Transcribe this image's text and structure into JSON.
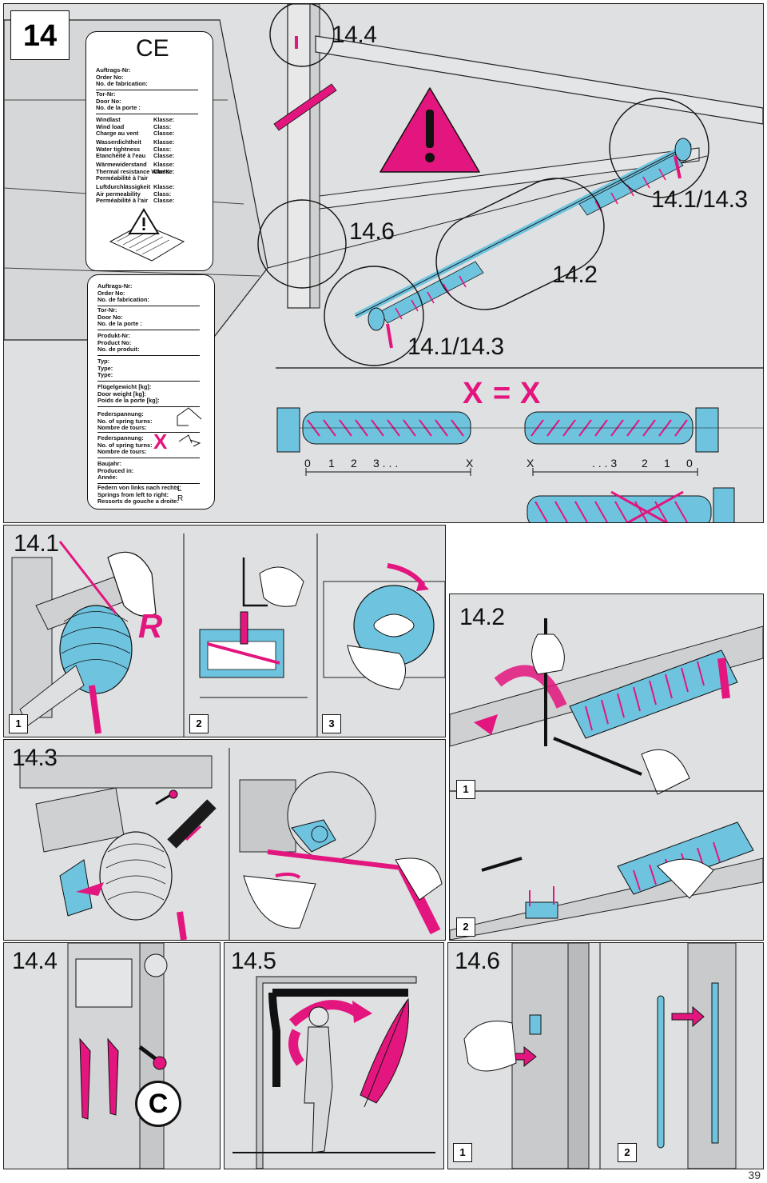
{
  "page": {
    "step": "14",
    "page_number": "39"
  },
  "section_labels": {
    "s14_4_top": "14.4",
    "s14_1_3_right": "14.1/14.3",
    "s14_6_top": "14.6",
    "s14_2_top": "14.2",
    "s14_1_3_left": "14.1/14.3",
    "p14_1": "14.1",
    "p14_2": "14.2",
    "p14_3": "14.3",
    "p14_4": "14.4",
    "p14_5": "14.5",
    "p14_6": "14.6"
  },
  "step_numbers": {
    "one": "1",
    "two": "2",
    "three": "3"
  },
  "markers": {
    "r": "R",
    "c": "C"
  },
  "spring_compare": {
    "eq_left": "X",
    "eq_sign": "=",
    "eq_right": "X",
    "scale_left": [
      "0",
      "1",
      "2",
      "3 . . .",
      "X"
    ],
    "scale_right": [
      "X",
      ". . . 3",
      "2",
      "1",
      "0"
    ]
  },
  "card1": {
    "ce": "CE",
    "order": [
      "Auftrags-Nr:",
      "Order No:",
      "No. de fabrication:"
    ],
    "door": [
      "Tor-Nr:",
      "Door No:",
      "No. de la porte :"
    ],
    "rows": [
      {
        "labels": [
          "Windlast",
          "Wind load",
          "Charge au vent"
        ],
        "classes": [
          "Klasse:",
          "Class:",
          "Classe:"
        ]
      },
      {
        "labels": [
          "Wasserdichtheit",
          "Water tightness",
          "Etanchéité à l'eau"
        ],
        "classes": [
          "Klasse:",
          "Class:",
          "Classe:"
        ]
      },
      {
        "labels": [
          "Wärmewiderstand",
          "Thermal resistance W/m²K:",
          "Perméabilité à l'air"
        ],
        "classes": [
          "Klasse:",
          "",
          "Classe:"
        ]
      },
      {
        "labels": [
          "Luftdurchlässigkeit",
          "Air permeability",
          "Perméabilité à l'air"
        ],
        "classes": [
          "Klasse:",
          "Class:",
          "Classe:"
        ]
      }
    ]
  },
  "card2": {
    "order": [
      "Auftrags-Nr:",
      "Order No:",
      "No. de fabrication:"
    ],
    "door": [
      "Tor-Nr:",
      "Door No:",
      "No. de la porte :"
    ],
    "product": [
      "Produkt-Nr:",
      "Product No:",
      "No. de produit:"
    ],
    "type": [
      "Typ:",
      "Type:",
      "Type:"
    ],
    "weight": [
      "Flügelgewicht [kg]:",
      "Door weight [kg]:",
      "Poids de la porte [kg]:"
    ],
    "spring1": [
      "Federspannung:",
      "No. of spring turns:",
      "Nombre de tours:"
    ],
    "spring2": [
      "Federspannung:",
      "No. of spring turns:",
      "Nombre de tours:"
    ],
    "spring2_mark": "X",
    "year": [
      "Baujahr:",
      "Produced in:",
      "Année:"
    ],
    "direction": [
      "Federn von links nach rechts:",
      "Springs from left to right:",
      "Ressorts de gouche a droite:"
    ],
    "lr": [
      "L",
      "R"
    ]
  },
  "colors": {
    "accent": "#e3157e",
    "spring_blue": "#6ec3df",
    "panel_bg": "#dfe0e1",
    "ink": "#1a1a1a"
  }
}
